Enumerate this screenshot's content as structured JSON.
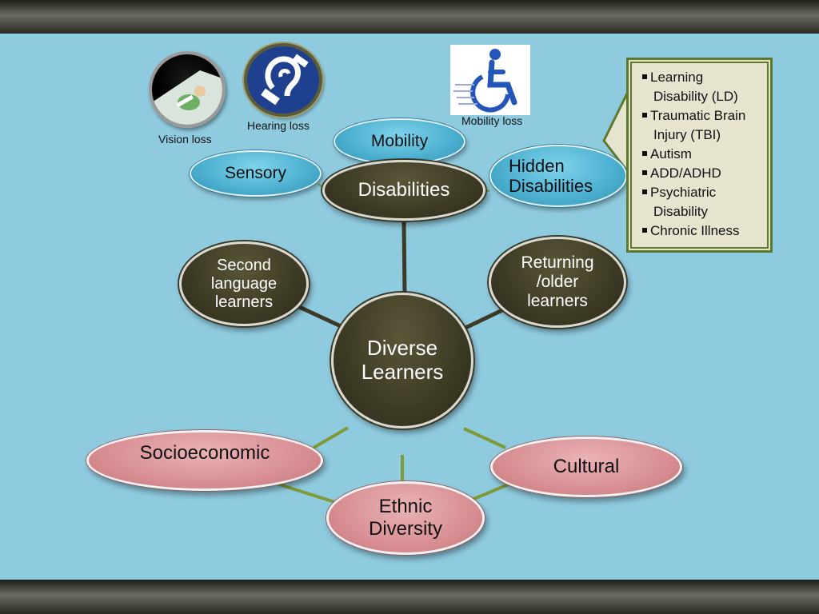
{
  "center": {
    "line1": "Diverse",
    "line2": "Learners"
  },
  "disabilities": {
    "label": "Disabilities"
  },
  "second_language": {
    "line1": "Second",
    "line2": "language",
    "line3": "learners"
  },
  "returning": {
    "line1": "Returning",
    "line2": "/older",
    "line3": "learners"
  },
  "sensory": {
    "label": "Sensory"
  },
  "mobility": {
    "label": "Mobility"
  },
  "hidden": {
    "line1": "Hidden",
    "line2": "Disabilities"
  },
  "socioeconomic": {
    "label": "Socioeconomic"
  },
  "cultural": {
    "label": "Cultural"
  },
  "ethnic": {
    "line1": "Ethnic",
    "line2": "Diversity"
  },
  "captions": {
    "vision": "Vision loss",
    "hearing": "Hearing loss",
    "mobility": "Mobility loss"
  },
  "hidden_list": [
    {
      "l1": "Learning",
      "l2": "Disability (LD)"
    },
    {
      "l1": "Traumatic Brain",
      "l2": "Injury (TBI)"
    },
    {
      "l1": "Autism",
      "l2": ""
    },
    {
      "l1": "ADD/ADHD",
      "l2": ""
    },
    {
      "l1": "Psychiatric",
      "l2": "Disability"
    },
    {
      "l1": "Chronic Illness",
      "l2": ""
    }
  ],
  "icons": [
    "vision-loss-icon",
    "hearing-loss-icon",
    "wheelchair-icon"
  ],
  "colors": {
    "background": "#8fcbdf",
    "dark_node": "#3d3a24",
    "blue_node": "#4fb2d2",
    "pink_node": "#d88f93",
    "connector": "#7f9a3a",
    "callout_border": "#5c7a2c"
  }
}
